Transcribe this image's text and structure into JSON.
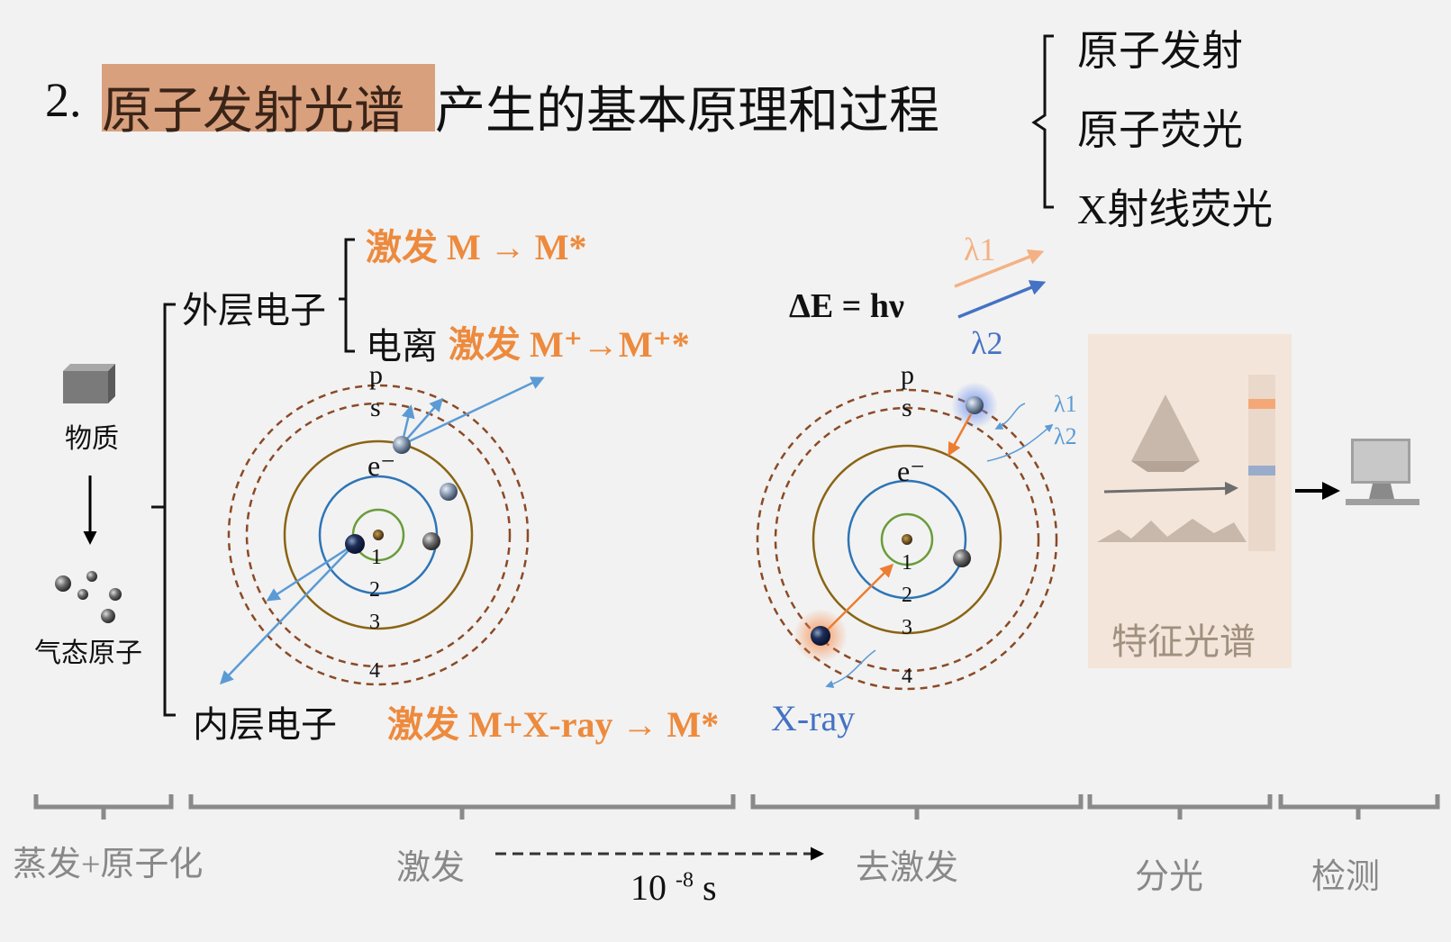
{
  "title": {
    "number": "2.",
    "highlight": "原子发射光谱",
    "rest": "产生的基本原理和过程"
  },
  "types": [
    "原子发射",
    "原子荧光",
    "X射线荧光"
  ],
  "left": {
    "matter": "物质",
    "gas_atoms": "气态原子"
  },
  "outer": {
    "label": "外层电子",
    "excite": "激发 M → M*",
    "ionize_prefix": "电离",
    "ionize_excite": "激发 M⁺→M⁺*"
  },
  "inner": {
    "label": "内层电子",
    "excite": "激发 M+X-ray → M*",
    "xray": "X-ray"
  },
  "energy": {
    "equation": "ΔE = hν",
    "lambda1": "λ1",
    "lambda2": "λ2"
  },
  "atom_labels": {
    "p": "p",
    "s": "s",
    "e": "e⁻",
    "n1": "1",
    "n2": "2",
    "n3": "3",
    "n4": "4"
  },
  "spectrum": {
    "label": "特征光谱",
    "lambda1": "λ1",
    "lambda2": "λ2"
  },
  "stages": {
    "atomize": "蒸发+原子化",
    "excite": "激发",
    "time_base": "10",
    "time_exp": "-8",
    "time_unit": "s",
    "deexcite": "去激发",
    "disperse": "分光",
    "detect": "检测"
  },
  "colors": {
    "background": "#f2f2f2",
    "orange": "#ed8a3d",
    "blue": "#4472c4",
    "light_blue": "#5b9bd5",
    "orbit_green": "#6a9c3a",
    "orbit_blue": "#2e75b6",
    "orbit_gold": "#8a6414",
    "orbit_brown": "#8b4a26",
    "highlight": "#d9a07e"
  }
}
